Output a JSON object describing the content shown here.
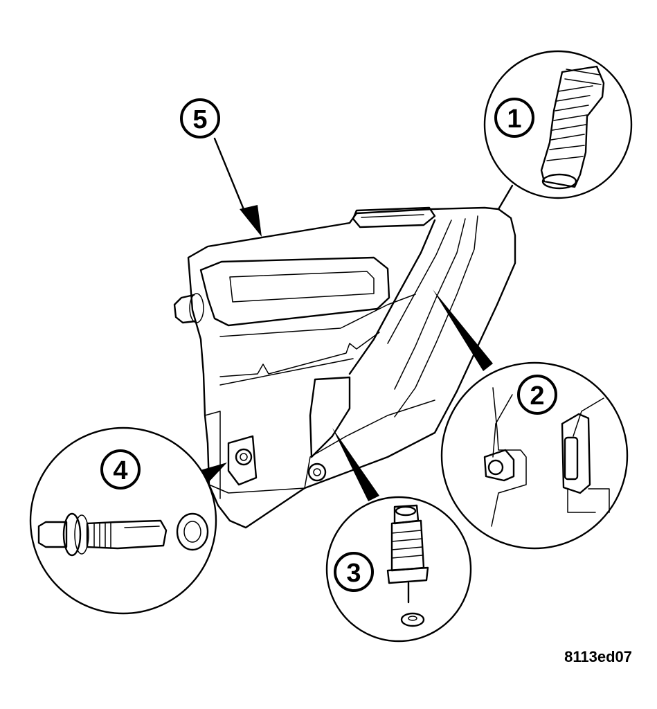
{
  "callouts": [
    {
      "id": "1",
      "label": "1"
    },
    {
      "id": "2",
      "label": "2"
    },
    {
      "id": "3",
      "label": "3"
    },
    {
      "id": "4",
      "label": "4"
    },
    {
      "id": "5",
      "label": "5"
    }
  ],
  "figure_id": "8113ed07"
}
